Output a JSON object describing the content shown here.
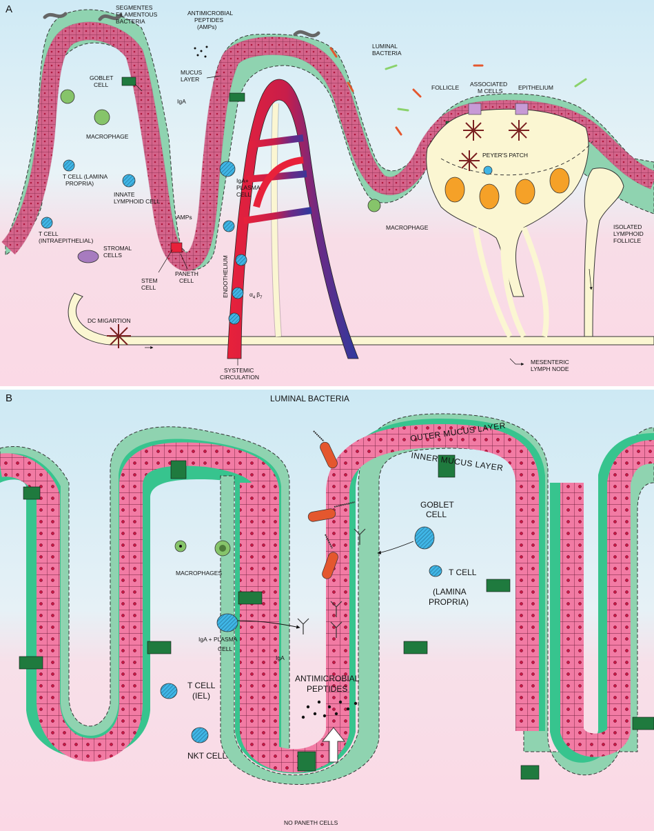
{
  "colors": {
    "lumen_top": "#c9e9f4",
    "tissue_bottom": "#fbd9e6",
    "mucus_outer": "#8fd3b0",
    "mucus_inner": "#37c48e",
    "epithelium": "#f27ba4",
    "goblet": "#1f7a3e",
    "artery": "#e8213a",
    "vein": "#2d3a9e",
    "lymph": "#fbf6d2",
    "follicle": "#f5a128",
    "macrophage": "#86c46a",
    "tcell": "#3fb5e5",
    "stromal": "#a77bbf",
    "dc": "#7a2020",
    "bacteria": "#e4572e"
  },
  "panel_a": {
    "tag": "A",
    "labels": {
      "sfb_1": "SEGMENTES",
      "sfb_2": "FILAMENTOUS",
      "sfb_3": "BACTERIA",
      "amp_1": "ANTIMICROBIAL",
      "amp_2": "PEPTIDES",
      "amp_3": "(AMPs)",
      "luminal_1": "LUMINAL",
      "luminal_2": "BACTERIA",
      "mucus_1": "MUCUS",
      "mucus_2": "LAYER",
      "goblet_1": "GOBLET",
      "goblet_2": "CELL",
      "iga": "IgA",
      "macrophage": "MACROPHAGE",
      "tcell_lp_1": "T CELL (LAMINA",
      "tcell_lp_2": "PROPRIA)",
      "ilc_1": "INNATE",
      "ilc_2": "LYMPHOID CELL",
      "plasma_1": "IgA+",
      "plasma_2": "PLASMA",
      "plasma_3": "CELL",
      "tcell_ie_1": "T CELL",
      "tcell_ie_2": "(INTRAEPITHELIAL)",
      "stromal_1": "STROMAL",
      "stromal_2": "CELLS",
      "amps_small": "AMPs",
      "stem_1": "STEM",
      "stem_2": "CELL",
      "paneth_1": "PANETH",
      "paneth_2": "CELL",
      "endothelium": "ENDOTHELIUM",
      "integrin_a": "α",
      "integrin_a_sub": "4",
      "integrin_b": "β",
      "integrin_b_sub": "7",
      "dc_migration": "DC MIGARTION",
      "systemic_1": "SYSTEMIC",
      "systemic_2": "CIRCULATION",
      "follicle": "FOLLICLE",
      "associated_1": "ASSOCIATED",
      "associated_2": "M CELLS",
      "epithelium": "EPITHELIUM",
      "peyers": "PEYER'S PATCH",
      "macrophage2": "MACROPHAGE",
      "ilf_1": "ISOLATED",
      "ilf_2": "LYMPHOID",
      "ilf_3": "FOLLICLE",
      "mesenteric_1": "MESENTERIC",
      "mesenteric_2": "LYMPH NODE"
    }
  },
  "panel_b": {
    "tag": "B",
    "labels": {
      "luminal": "LUMINAL BACTERIA",
      "outer_mucus": "OUTER MUCUS LAYER",
      "inner_mucus": "INNER MUCUS LAYER",
      "goblet_1": "GOBLET",
      "goblet_2": "CELL",
      "tcell_1": "T CELL",
      "tcell_2": "(LAMINA",
      "tcell_3": "PROPRIA)",
      "macrophages": "MACROPHAGES",
      "plasma_1": "IgA + PLASMA",
      "plasma_2": "CELL",
      "iga": "IgA",
      "iel_1": "T CELL",
      "iel_2": "(IEL)",
      "amp_1": "ANTIMICROBIAL",
      "amp_2": "PEPTIDES",
      "nkt": "NKT CELL",
      "no_paneth": "NO PANETH CELLS"
    }
  }
}
